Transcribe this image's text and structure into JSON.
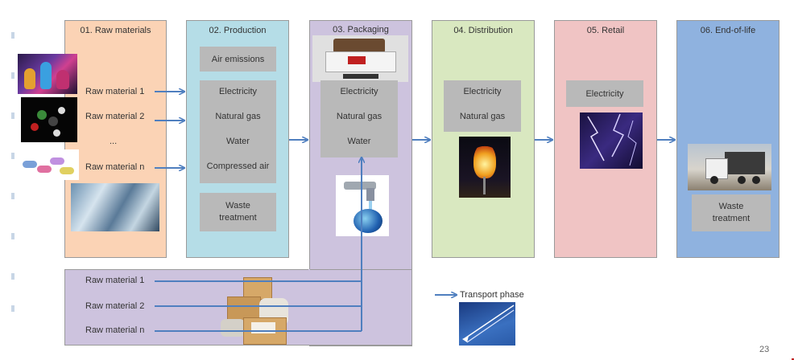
{
  "stages": {
    "raw": {
      "title": "01. Raw materials",
      "items": [
        "Raw material 1",
        "Raw material 2",
        "...",
        "Raw material n"
      ]
    },
    "production": {
      "title": "02. Production",
      "air": "Air emissions",
      "inputs": [
        "Electricity",
        "Natural gas",
        "Water",
        "Compressed air"
      ],
      "waste": "Waste treatment"
    },
    "packaging": {
      "title": "03. Packaging",
      "inputs": [
        "Electricity",
        "Natural gas",
        "Water"
      ],
      "raw_items": [
        "Raw material 1",
        "Raw material 2",
        "Raw material n"
      ]
    },
    "distribution": {
      "title": "04. Distribution",
      "inputs": [
        "Electricity",
        "Natural gas"
      ]
    },
    "retail": {
      "title": "05. Retail",
      "inputs": [
        "Electricity"
      ]
    },
    "end_of_life": {
      "title": "06. End-of-life",
      "waste": "Waste treatment"
    }
  },
  "legend": {
    "transport": "Transport phase"
  },
  "page_number": "23",
  "colors": {
    "raw": "#fbd3b5",
    "production": "#b5dde7",
    "packaging": "#cdc3de",
    "distribution": "#d9e8c0",
    "retail": "#f0c4c4",
    "end_of_life": "#8fb2df",
    "box": "#b9b9b9",
    "arrow": "#4f7fbf"
  }
}
